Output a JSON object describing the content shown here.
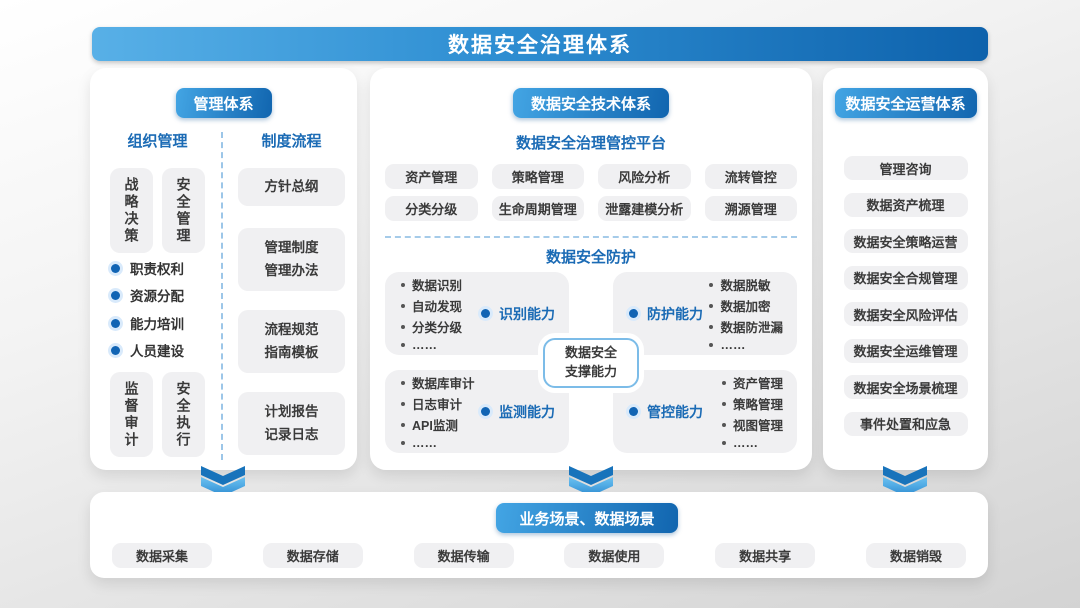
{
  "title": "数据安全治理体系",
  "management": {
    "header": "管理体系",
    "organization": {
      "title": "组织管理",
      "top_boxes": [
        "战略决策",
        "安全管理"
      ],
      "bullets": [
        "职责权利",
        "资源分配",
        "能力培训",
        "人员建设"
      ],
      "bottom_boxes": [
        "监督审计",
        "安全执行"
      ]
    },
    "process": {
      "title": "制度流程",
      "items": [
        "方针总纲",
        "管理制度\n管理办法",
        "流程规范\n指南模板",
        "计划报告\n记录日志"
      ]
    }
  },
  "technical": {
    "header": "数据安全技术体系",
    "platform_title": "数据安全治理管控平台",
    "platform_items": [
      "资产管理",
      "策略管理",
      "风险分析",
      "流转管控",
      "分类分级",
      "生命周期管理",
      "泄露建模分析",
      "溯源管理"
    ],
    "protection_title": "数据安全防护",
    "capabilities": [
      {
        "name": "识别能力",
        "items": [
          "数据识别",
          "自动发现",
          "分类分级",
          "……"
        ]
      },
      {
        "name": "防护能力",
        "items": [
          "数据脱敏",
          "数据加密",
          "数据防泄漏",
          "……"
        ]
      },
      {
        "name": "监测能力",
        "items": [
          "数据库审计",
          "日志审计",
          "API监测",
          "……"
        ]
      },
      {
        "name": "管控能力",
        "items": [
          "资产管理",
          "策略管理",
          "视图管理",
          "……"
        ]
      }
    ],
    "support_label": "数据安全\n支撑能力"
  },
  "operations": {
    "header": "数据安全运营体系",
    "items": [
      "管理咨询",
      "数据资产梳理",
      "数据安全策略运营",
      "数据安全合规管理",
      "数据安全风险评估",
      "数据安全运维管理",
      "数据安全场景梳理",
      "事件处置和应急"
    ]
  },
  "scenarios": {
    "header": "业务场景、数据场景",
    "items": [
      "数据采集",
      "数据存储",
      "数据传输",
      "数据使用",
      "数据共享",
      "数据销毁"
    ]
  },
  "colors": {
    "banner-from": "#58b0e7",
    "banner-to": "#0e62ac",
    "btn-from": "#43a5e4",
    "btn-to": "#1165af",
    "accent-text": "#1b6bb5",
    "box-bg": "#f0f0f2",
    "box-text": "#3a3a3a",
    "dot-fill": "#1164b4",
    "dot-ring": "#d9eafb",
    "dash": "#9cc6e8",
    "support-border": "#7cbce8",
    "chevron-dark": "#1873bb",
    "chevron-light": "#4aa7e6"
  }
}
